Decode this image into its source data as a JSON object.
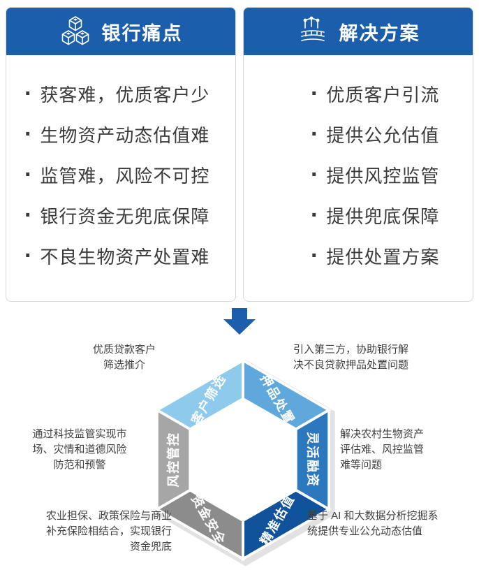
{
  "ui": {
    "bullet": "·"
  },
  "colors": {
    "header_blue": "#1A5EAC",
    "arrow_blue": "#1A5EAC",
    "shadow_gray": "#E2E2E2",
    "text_dark": "#3F3F3F"
  },
  "panels": {
    "pain": {
      "title": "银行痛点",
      "items": [
        "获客难，优质客户少",
        "生物资产动态估值难",
        "监管难，风险不可控",
        "银行资金无兜底保障",
        "不良生物资产处置难"
      ]
    },
    "solution": {
      "title": "解决方案",
      "items": [
        "优质客户引流",
        "提供公允估值",
        "提供风控监管",
        "提供兜底保障",
        "提供处置方案"
      ]
    }
  },
  "hexagon": {
    "segments": [
      {
        "label": "客户筛选",
        "color": "#8ECAEC"
      },
      {
        "label": "押品处置",
        "color": "#5FA8DB"
      },
      {
        "label": "灵活融资",
        "color": "#2C78BF"
      },
      {
        "label": "精准估值",
        "color": "#10529B"
      },
      {
        "label": "资金安全",
        "color": "#8C8C8C"
      },
      {
        "label": "风控管控",
        "color": "#A6A6A6"
      }
    ]
  },
  "annotations": {
    "top_left": [
      "优质贷款客户",
      "筛选推介"
    ],
    "top_right": [
      "引入第三方，协助银行解",
      "决不良贷款押品处置问题"
    ],
    "mid_left": [
      "通过科技监管实现市",
      "场、灾情和道德风险",
      "防范和预警"
    ],
    "mid_right": [
      "解决农村生物资产",
      "评估难、风控监管",
      "难等问题"
    ],
    "bottom_left": [
      "农业担保、政策保险与商业",
      "补充保险相结合，实现银行",
      "资金兜底"
    ],
    "bottom_right": [
      "基于 AI 和大数据分析挖掘系",
      "统提供专业公允动态估值"
    ]
  }
}
